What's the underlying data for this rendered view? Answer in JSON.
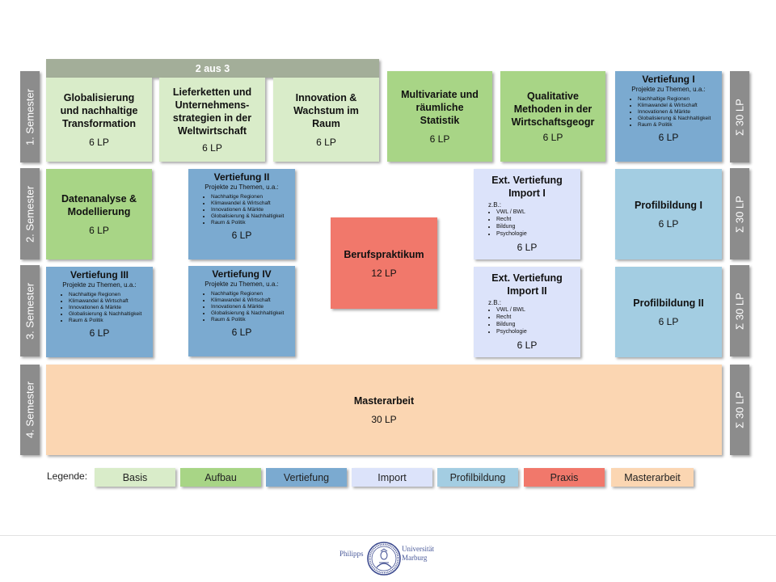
{
  "banner": "2 aus 3",
  "semesters": [
    "1. Semester",
    "2. Semester",
    "3. Semester",
    "4. Semester"
  ],
  "sums": [
    "Σ 30 LP",
    "Σ 30 LP",
    "Σ 30 LP",
    "Σ 30 LP"
  ],
  "modules": {
    "globalisierung": {
      "title": "Globalisierung und nachhaltige Transformation",
      "lp": "6 LP"
    },
    "lieferketten": {
      "title": "Lieferketten und Unternehmens-strategien in der Weltwirtschaft",
      "lp": "6 LP"
    },
    "innovation": {
      "title": "Innovation & Wachstum im Raum",
      "lp": "6 LP"
    },
    "multivariate": {
      "title": "Multivariate und räumliche Statistik",
      "lp": "6 LP"
    },
    "qualitative": {
      "title": "Qualitative Methoden in der Wirtschaftsgeogr",
      "lp": "6 LP"
    },
    "datenanalyse": {
      "title": "Datenanalyse & Modellierung",
      "lp": "6 LP"
    },
    "berufspraktikum": {
      "title": "Berufspraktikum",
      "lp": "12 LP"
    },
    "profil1": {
      "title": "Profilbildung I",
      "lp": "6 LP"
    },
    "profil2": {
      "title": "Profilbildung II",
      "lp": "6 LP"
    },
    "masterarbeit": {
      "title": "Masterarbeit",
      "lp": "30 LP"
    },
    "vt1": {
      "title": "Vertiefung I",
      "lp": "6 LP"
    },
    "vt2": {
      "title": "Vertiefung II",
      "lp": "6 LP"
    },
    "vt3": {
      "title": "Vertiefung III",
      "lp": "6 LP"
    },
    "vt4": {
      "title": "Vertiefung IV",
      "lp": "6 LP"
    },
    "imp1": {
      "title": "Ext. Vertiefung Import I",
      "lp": "6 LP"
    },
    "imp2": {
      "title": "Ext. Vertiefung Import II",
      "lp": "6 LP"
    }
  },
  "vertiefung_sub": "Projekte zu Themen, u.a.:",
  "vertiefung_topics": [
    "Nachhaltige Regionen",
    "Klimawandel & Wirtschaft",
    "Innovationen & Märkte",
    "Globalisierung & Nachhaltigkeit",
    "Raum & Politik"
  ],
  "import_sub": "z.B.:",
  "import_topics": [
    "VWL / BWL",
    "Recht",
    "Bildung",
    "Psychologie"
  ],
  "legend": {
    "label": "Legende:",
    "items": [
      "Basis",
      "Aufbau",
      "Vertiefung",
      "Import",
      "Profilbildung",
      "Praxis",
      "Masterarbeit"
    ]
  },
  "logo": {
    "left": "Philipps",
    "right_top": "Universität",
    "right_bottom": "Marburg"
  },
  "colors": {
    "basis": "#d9ecc9",
    "aufbau": "#a8d586",
    "vertiefung": "#7baad0",
    "import": "#dce3fa",
    "profilbildung": "#a3cde2",
    "praxis": "#f1786b",
    "masterarbeit": "#fbd6b2",
    "semester": "#8c8c8c",
    "banner": "#a3ae99"
  }
}
